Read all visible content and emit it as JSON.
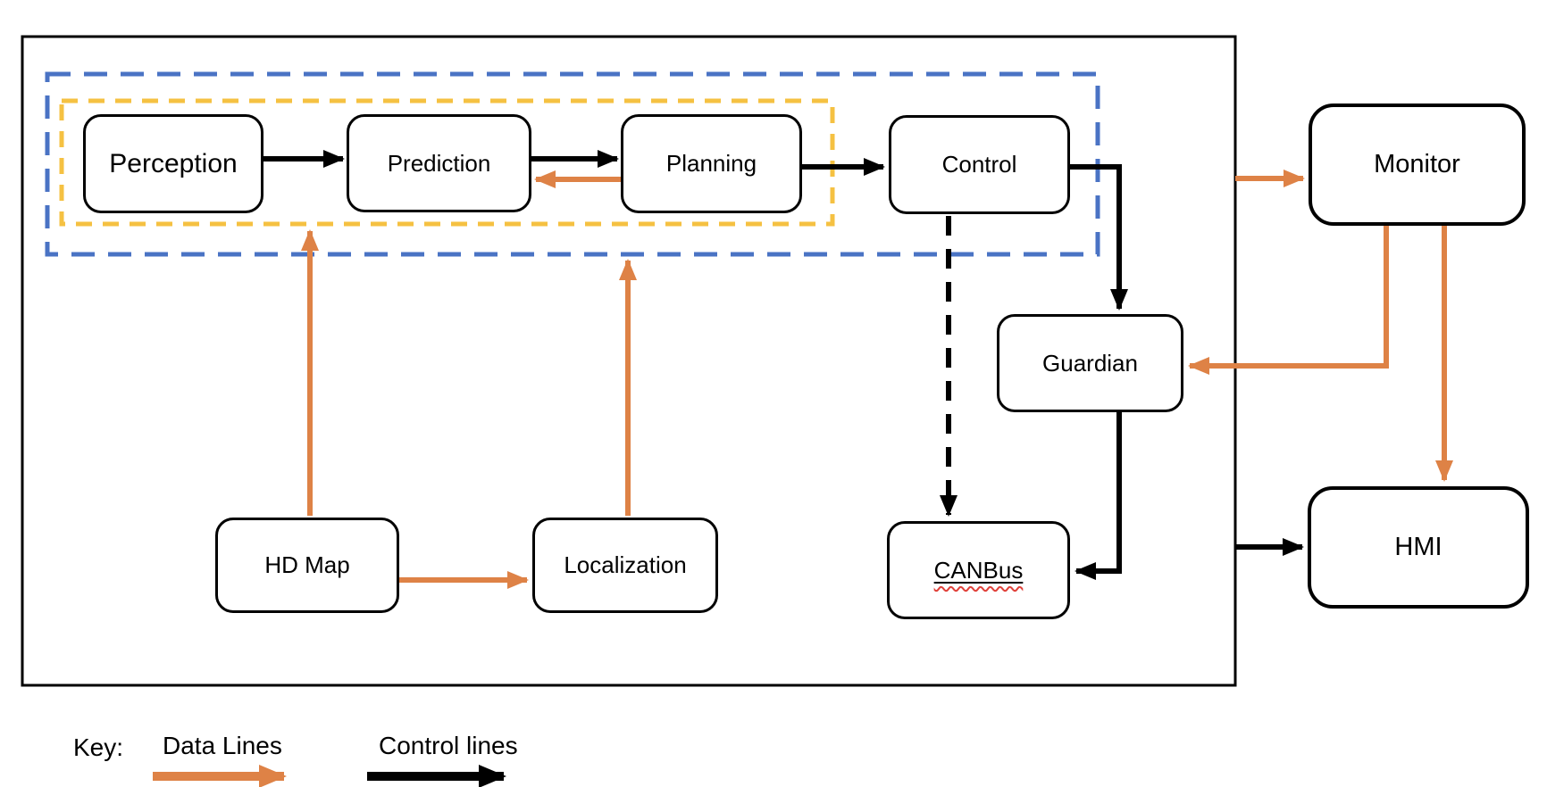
{
  "diagram": {
    "nodes": {
      "perception": {
        "label": "Perception"
      },
      "prediction": {
        "label": "Prediction"
      },
      "planning": {
        "label": "Planning"
      },
      "control": {
        "label": "Control"
      },
      "guardian": {
        "label": "Guardian"
      },
      "canbus": {
        "label": "CANBus"
      },
      "hdmap": {
        "label": "HD Map"
      },
      "localization": {
        "label": "Localization"
      },
      "monitor": {
        "label": "Monitor"
      },
      "hmi": {
        "label": "HMI"
      }
    },
    "key": {
      "title": "Key:",
      "data_lines_label": "Data Lines",
      "control_lines_label": "Control lines"
    },
    "colors": {
      "data_line": "#DE8246",
      "control_line": "#000000",
      "frame": "#000000",
      "subsystem_dashed_border": "#4A73C4",
      "pipeline_dashed_border": "#F5C142",
      "spellcheck_underline": "#E0413A"
    },
    "edges": [
      {
        "from": "Perception",
        "to": "Prediction",
        "type": "control"
      },
      {
        "from": "Prediction",
        "to": "Planning",
        "type": "control"
      },
      {
        "from": "Planning",
        "to": "Prediction",
        "type": "data"
      },
      {
        "from": "Planning",
        "to": "Control",
        "type": "control"
      },
      {
        "from": "Control",
        "to": "Guardian",
        "type": "control"
      },
      {
        "from": "Control",
        "to": "CANBus",
        "type": "control-dashed"
      },
      {
        "from": "Guardian",
        "to": "CANBus",
        "type": "control"
      },
      {
        "from": "HD Map",
        "to": "Perception pipeline (yellow dashed box)",
        "type": "data"
      },
      {
        "from": "HD Map",
        "to": "Localization",
        "type": "data"
      },
      {
        "from": "Localization",
        "to": "Autonomy subsystem (blue dashed box)",
        "type": "data"
      },
      {
        "from": "Vehicle frame (outer box)",
        "to": "Monitor",
        "type": "data"
      },
      {
        "from": "Monitor",
        "to": "Guardian",
        "type": "data"
      },
      {
        "from": "Monitor",
        "to": "HMI",
        "type": "data"
      },
      {
        "from": "Vehicle frame (outer box)",
        "to": "HMI",
        "type": "control"
      }
    ]
  }
}
